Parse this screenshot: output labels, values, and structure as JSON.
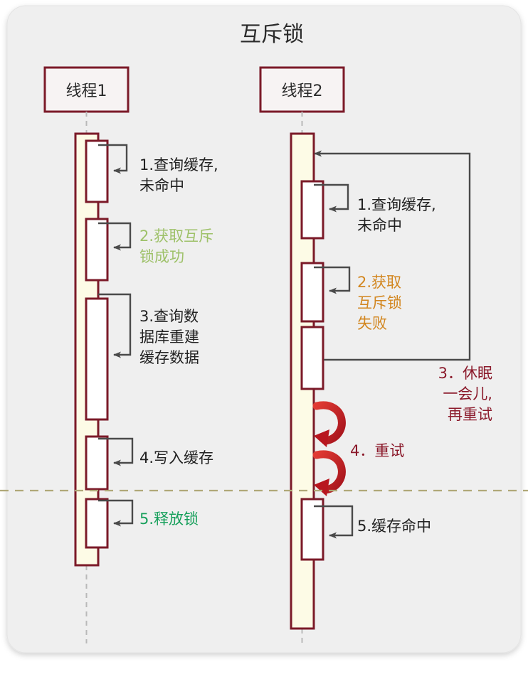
{
  "diagram": {
    "title": "互斥锁",
    "type": "uml-sequence-diagram",
    "background_color": "#ffffff",
    "card_color": "#efefef",
    "lifeline_border_color": "#7b1a28",
    "activation_fill_color": "#fdfbe6",
    "nested_activation_fill_color": "#ffffff",
    "arrow_color": "#4a4a4a",
    "divider_color": "#b0a878"
  },
  "actors": [
    {
      "label": "线程1",
      "name": "thread-1"
    },
    {
      "label": "线程2",
      "name": "thread-2"
    }
  ],
  "thread1": {
    "steps": [
      {
        "num": "1",
        "lines": [
          "1.查询缓存,",
          "未命中"
        ],
        "color": "#222222"
      },
      {
        "num": "2",
        "lines": [
          "2.获取互斥",
          "锁成功"
        ],
        "color": "#9ec169"
      },
      {
        "num": "3",
        "lines": [
          "3.查询数",
          "据库重建",
          "缓存数据"
        ],
        "color": "#222222"
      },
      {
        "num": "4",
        "lines": [
          "4.写入缓存"
        ],
        "color": "#222222"
      },
      {
        "num": "5",
        "lines": [
          "5.释放锁"
        ],
        "color": "#18a05c"
      }
    ]
  },
  "thread2": {
    "steps": [
      {
        "num": "1",
        "lines": [
          "1.查询缓存,",
          "未命中"
        ],
        "color": "#222222"
      },
      {
        "num": "2",
        "lines": [
          "2.获取",
          "互斥锁",
          "失败"
        ],
        "color": "#d2861f"
      },
      {
        "num": "3",
        "lines": [
          "3．休眠",
          "一会儿,",
          "再重试"
        ],
        "color": "#8b1a2b"
      },
      {
        "num": "4",
        "lines": [
          "4．重试"
        ],
        "color": "#8b1a2b"
      },
      {
        "num": "5",
        "lines": [
          "5.缓存命中"
        ],
        "color": "#222222"
      }
    ]
  },
  "retry_arrows": {
    "name": "retry-curved-arrows",
    "color": "#c0202a",
    "count": 2
  },
  "divider": {
    "name": "phase-divider",
    "style": "dashed"
  }
}
